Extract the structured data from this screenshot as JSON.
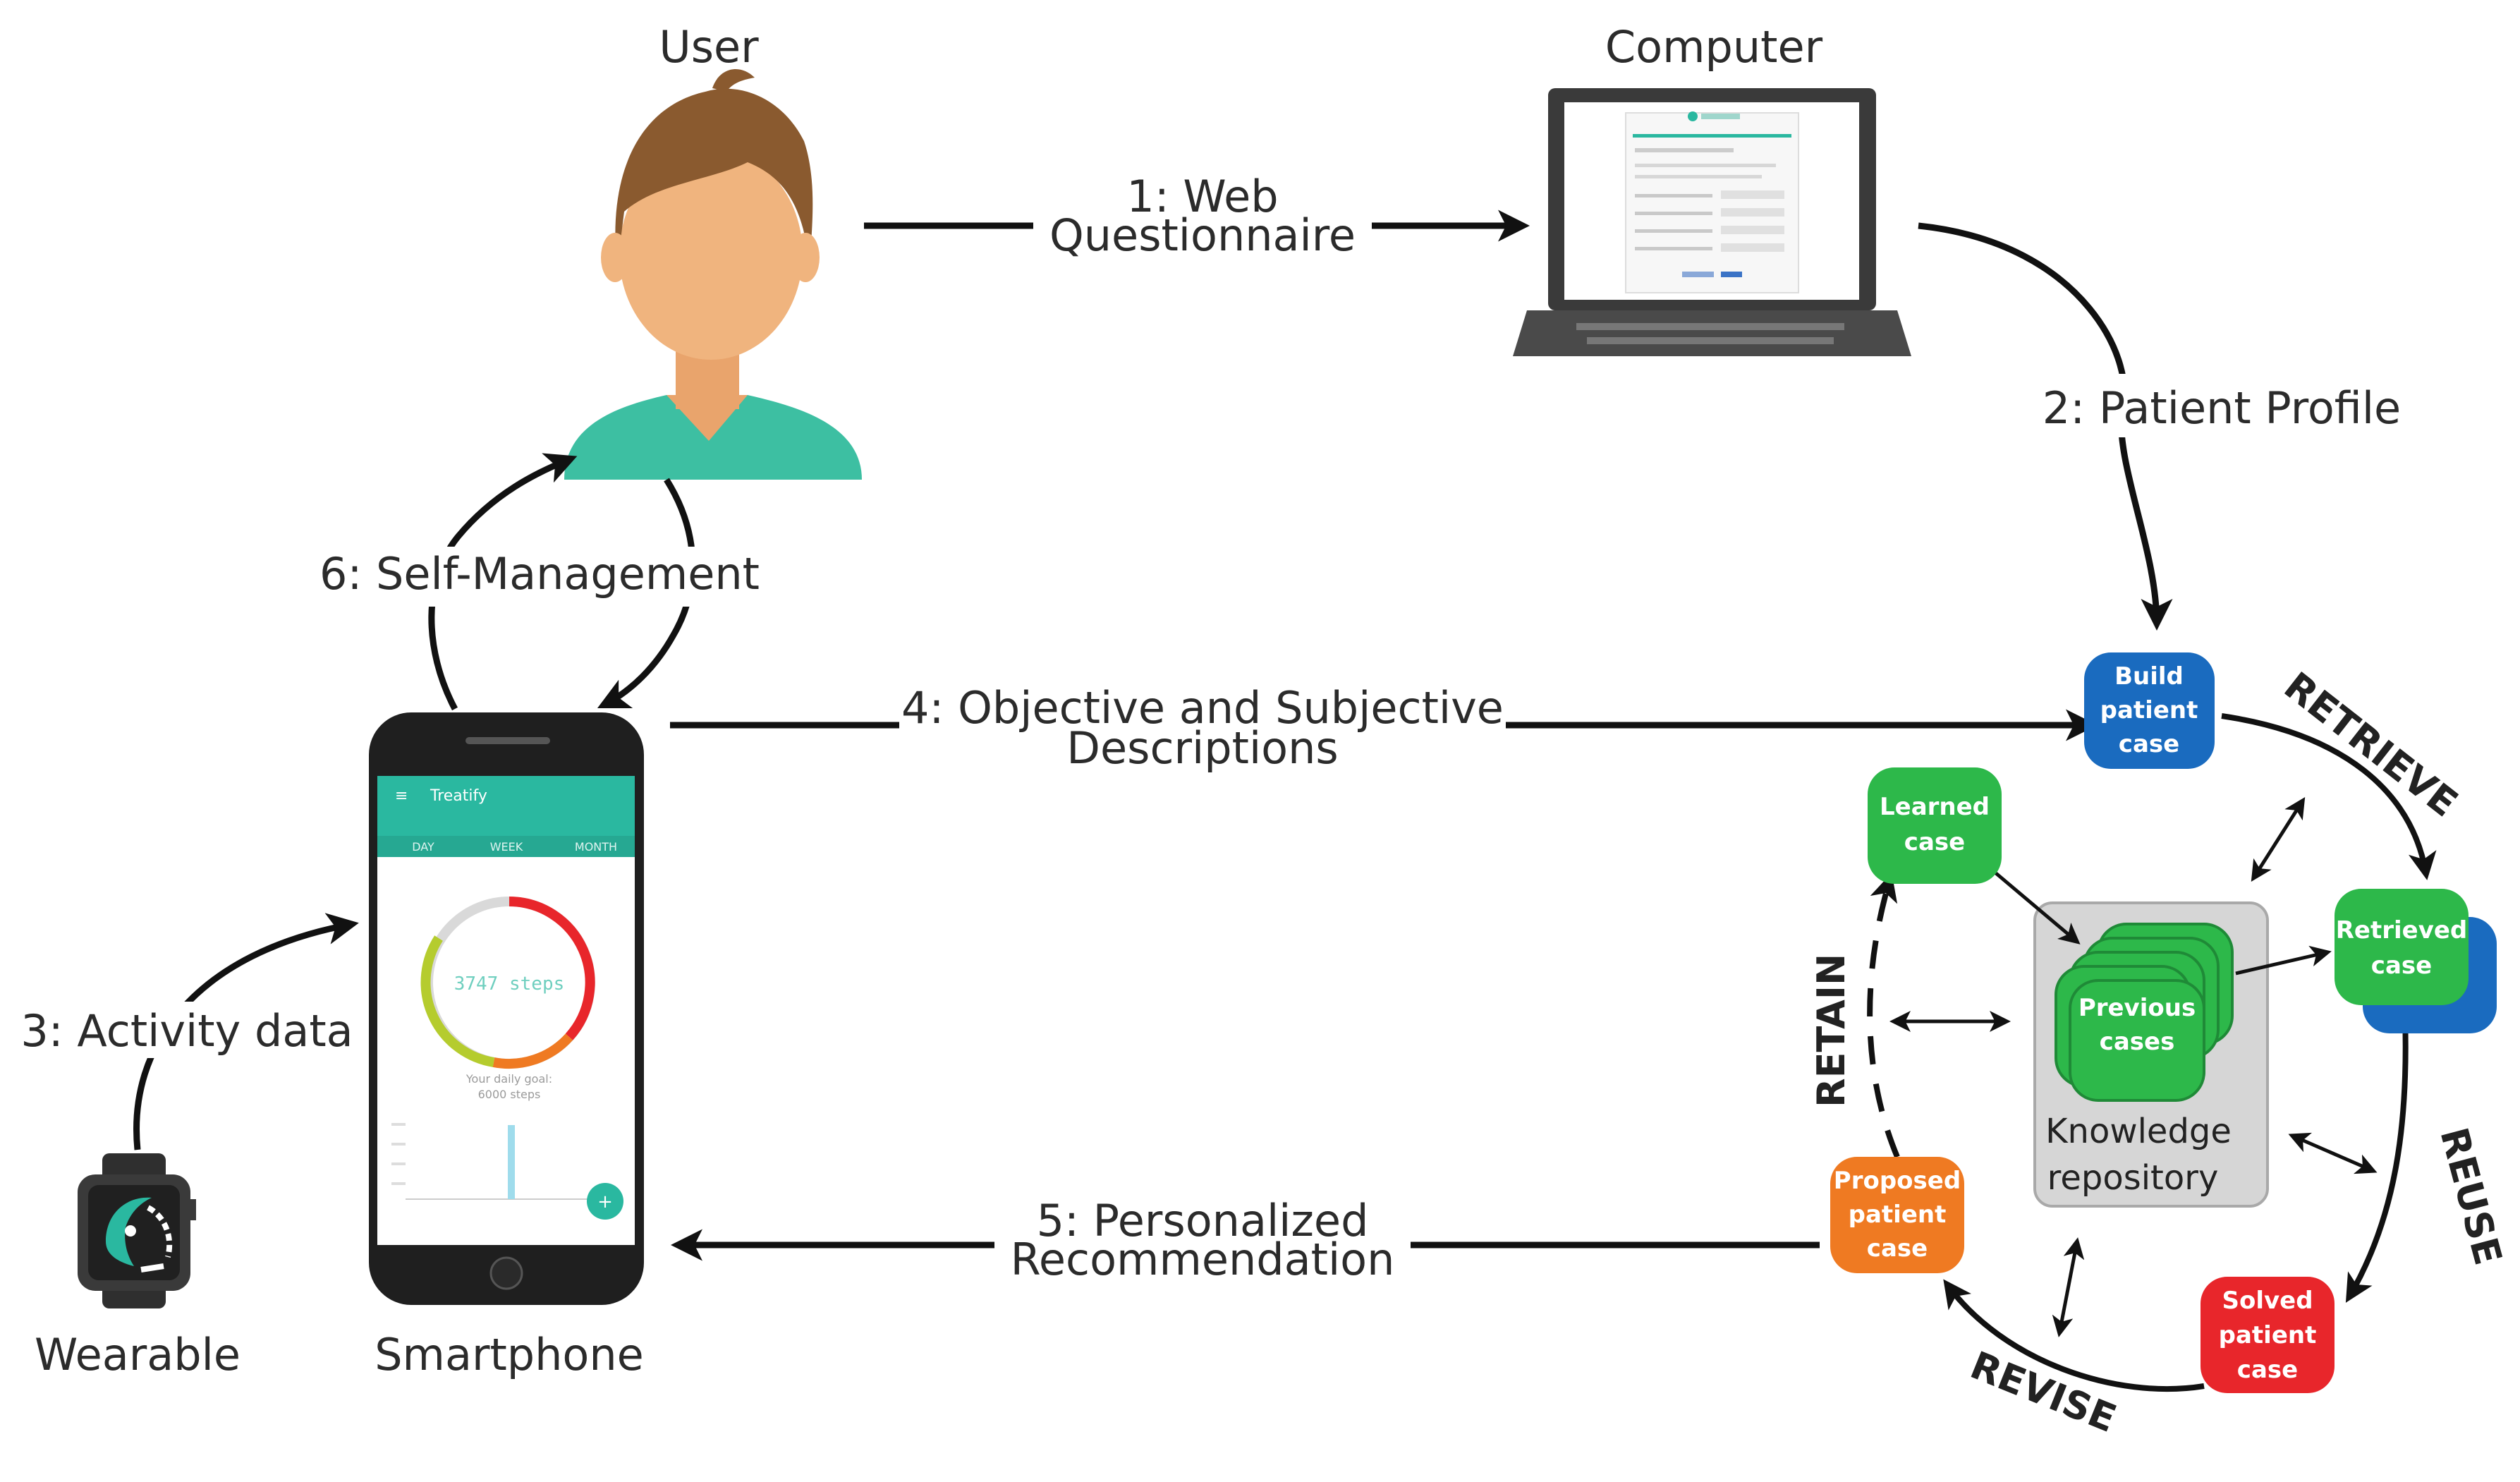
{
  "labels": {
    "user": "User",
    "computer": "Computer",
    "wearable": "Wearable",
    "smartphone": "Smartphone"
  },
  "flows": {
    "web_q_1": "1: Web",
    "web_q_2": "Questionnaire",
    "profile": "2: Patient Profile",
    "activity": "3: Activity data",
    "obj_1": "4: Objective and Subjective",
    "obj_2": "Descriptions",
    "rec_1": "5: Personalized",
    "rec_2": "Recommendation",
    "self": "6: Self-Management"
  },
  "cycle": {
    "retrieve": "RETRIEVE",
    "reuse": "REUSE",
    "revise": "REVISE",
    "retain": "RETAIN",
    "build": [
      "Build",
      "patient",
      "case"
    ],
    "retrieved": [
      "Retrieved",
      "case"
    ],
    "solved": [
      "Solved",
      "patient",
      "case"
    ],
    "proposed": [
      "Proposed",
      "patient",
      "case"
    ],
    "learned": [
      "Learned",
      "case"
    ],
    "previous": [
      "Previous",
      "cases"
    ],
    "knowledge": [
      "Knowledge",
      "repository"
    ]
  },
  "phone": {
    "app_name": "Treatify",
    "tabs": [
      "DAY",
      "WEEK",
      "MONTH"
    ],
    "steps": "3747 steps",
    "goal_1": "Your daily goal:",
    "goal_2": "6000 steps"
  },
  "colors": {
    "build": "#1a6bbf",
    "green": "#2db84a",
    "solved": "#e8262b",
    "proposed": "#ef7a22",
    "teal": "#2ab8a0",
    "hair": "#8a5a2f",
    "skin": "#f0b47e",
    "shirt": "#3dbfa2"
  }
}
